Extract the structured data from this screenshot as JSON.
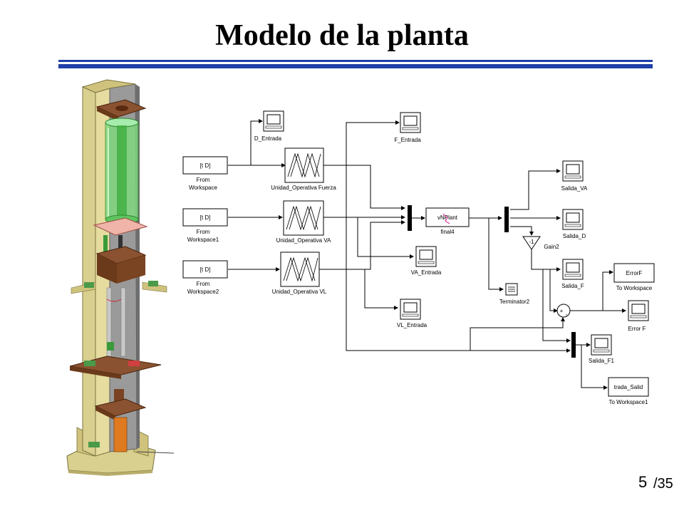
{
  "slide": {
    "title": "Modelo de la planta",
    "page_current": "5",
    "page_total": "/35"
  },
  "colors": {
    "rule": "#1f3fa8",
    "frame_tan": "#d9cf8e",
    "brown": "#7a3b1a",
    "glass_green": "#6fd46f",
    "orange": "#e07a20",
    "grey": "#8c8c8c"
  },
  "blocks": {
    "from1": {
      "inner": "[t D]",
      "l1": "From",
      "l2": "Workspace"
    },
    "from2": {
      "inner": "[t D]",
      "l1": "From",
      "l2": "Workspace1"
    },
    "from3": {
      "inner": "[t D]",
      "l1": "From",
      "l2": "Workspace2"
    },
    "fuz1": "Unidad_Operativa Fuerza",
    "fuz2": "Unidad_Operativa VA",
    "fuz3": "Unidad_Operativa VL",
    "scope_d": "D_Entrada",
    "scope_f": "F_Entrada",
    "scope_va": "VA_Entrada",
    "scope_vl": "VL_Entrada",
    "plant": {
      "inner": "vNPlant",
      "label": "final4"
    },
    "term": "Terminator2",
    "gain": {
      "inner": "-1",
      "label": "Gain2"
    },
    "sal_va": "Salida_VA",
    "sal_d": "Salida_D",
    "sal_f": "Salida_F",
    "sal_f1": "Salida_F1",
    "sum": {
      "plus": "+",
      "minus": "-"
    },
    "errw": {
      "inner": "ErrorF",
      "label": "To Workspace"
    },
    "errs": "Error F",
    "tw1": {
      "inner": "trada_Salid",
      "label": "To Workspace1"
    }
  }
}
